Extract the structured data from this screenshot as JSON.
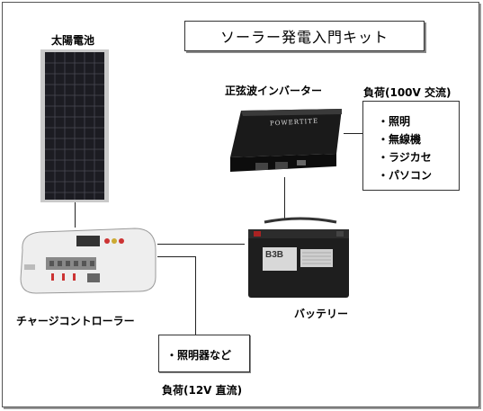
{
  "title": "ソーラー発電入門キット",
  "components": {
    "solar_panel": "太陽電池",
    "inverter": "正弦波インバーター",
    "inverter_brand": "POWERTITE",
    "controller": "チャージコントローラー",
    "battery": "バッテリー",
    "battery_brand": "B3B"
  },
  "ac_load": {
    "title": "負荷(100V 交流)",
    "items": [
      "・照明",
      "・無線機",
      "・ラジカセ",
      "・パソコン"
    ]
  },
  "dc_load": {
    "title": "負荷(12V 直流)",
    "items": [
      "・照明器など"
    ]
  }
}
